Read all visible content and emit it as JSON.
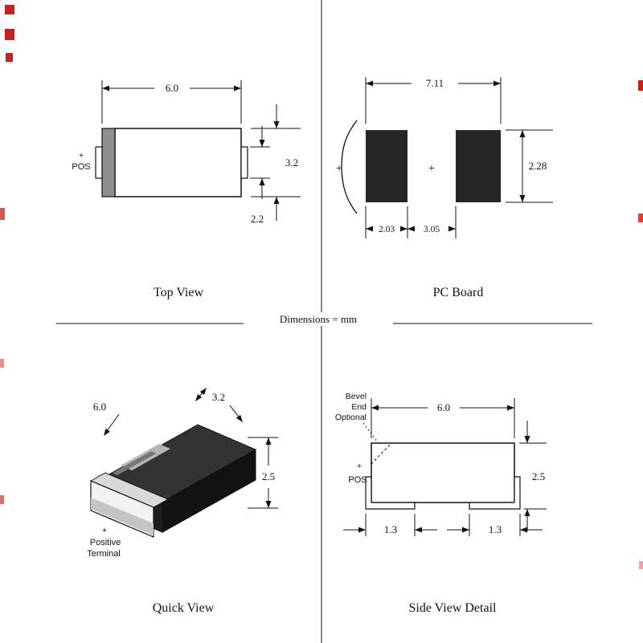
{
  "divider": {
    "label": "Dimensions = mm"
  },
  "top_view": {
    "caption": "Top View",
    "dim_length": "6.0",
    "dim_width": "3.2",
    "dim_terminal": "2.2",
    "polarity_plus": "+",
    "polarity_label": "POS"
  },
  "pc_board": {
    "caption": "PC Board",
    "dim_span": "7.11",
    "dim_pad_height": "2.28",
    "dim_pad_width": "2.03",
    "dim_gap": "3.05",
    "plus_outer": "+",
    "plus_center": "+"
  },
  "quick_view": {
    "caption": "Quick View",
    "dim_length": "6.0",
    "dim_width": "3.2",
    "dim_height": "2.5",
    "terminal_plus": "+",
    "terminal_line1": "Positive",
    "terminal_line2": "Terminal"
  },
  "side_view": {
    "caption": "Side View Detail",
    "dim_length": "6.0",
    "dim_height": "2.5",
    "dim_foot_left": "1.3",
    "dim_foot_right": "1.3",
    "bevel_line1": "Bevel",
    "bevel_line2": "End",
    "bevel_line3": "Optional",
    "polarity_plus": "+",
    "polarity_label": "POS"
  },
  "colors": {
    "ink": "#111111",
    "pad_fill": "#262626",
    "band_fill": "#8f8f8f",
    "artifact_red": "#c22222"
  }
}
